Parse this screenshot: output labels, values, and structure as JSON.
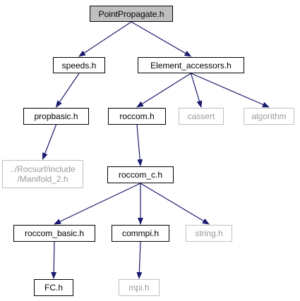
{
  "nodes": {
    "point_propagate": {
      "label": "PointPropagate.h",
      "kind": "root"
    },
    "speeds": {
      "label": "speeds.h",
      "kind": "solid"
    },
    "element_accessors": {
      "label": "Element_accessors.h",
      "kind": "solid"
    },
    "propbasic": {
      "label": "propbasic.h",
      "kind": "solid"
    },
    "roccom": {
      "label": "roccom.h",
      "kind": "solid"
    },
    "cassert": {
      "label": "cassert",
      "kind": "faded"
    },
    "algorithm": {
      "label": "algorithm",
      "kind": "faded"
    },
    "manifold": {
      "label_line1": "../Rocsurf/include",
      "label_line2": "/Manifold_2.h",
      "kind": "faded"
    },
    "roccom_c": {
      "label": "roccom_c.h",
      "kind": "solid"
    },
    "roccom_basic": {
      "label": "roccom_basic.h",
      "kind": "solid"
    },
    "commpi": {
      "label": "commpi.h",
      "kind": "solid"
    },
    "string": {
      "label": "string.h",
      "kind": "faded"
    },
    "fc": {
      "label": "FC.h",
      "kind": "solid"
    },
    "mpi": {
      "label": "mpi.h",
      "kind": "faded"
    }
  },
  "edges": [
    [
      "point_propagate",
      "speeds"
    ],
    [
      "point_propagate",
      "element_accessors"
    ],
    [
      "speeds",
      "propbasic"
    ],
    [
      "propbasic",
      "manifold"
    ],
    [
      "element_accessors",
      "roccom"
    ],
    [
      "element_accessors",
      "cassert"
    ],
    [
      "element_accessors",
      "algorithm"
    ],
    [
      "roccom",
      "roccom_c"
    ],
    [
      "roccom_c",
      "roccom_basic"
    ],
    [
      "roccom_c",
      "commpi"
    ],
    [
      "roccom_c",
      "string"
    ],
    [
      "roccom_basic",
      "fc"
    ],
    [
      "commpi",
      "mpi"
    ]
  ],
  "colors": {
    "edge": "#191970",
    "root_fill": "#bfbfbf",
    "faded_border": "#bfbfbf",
    "faded_text": "#9a9a9a"
  }
}
